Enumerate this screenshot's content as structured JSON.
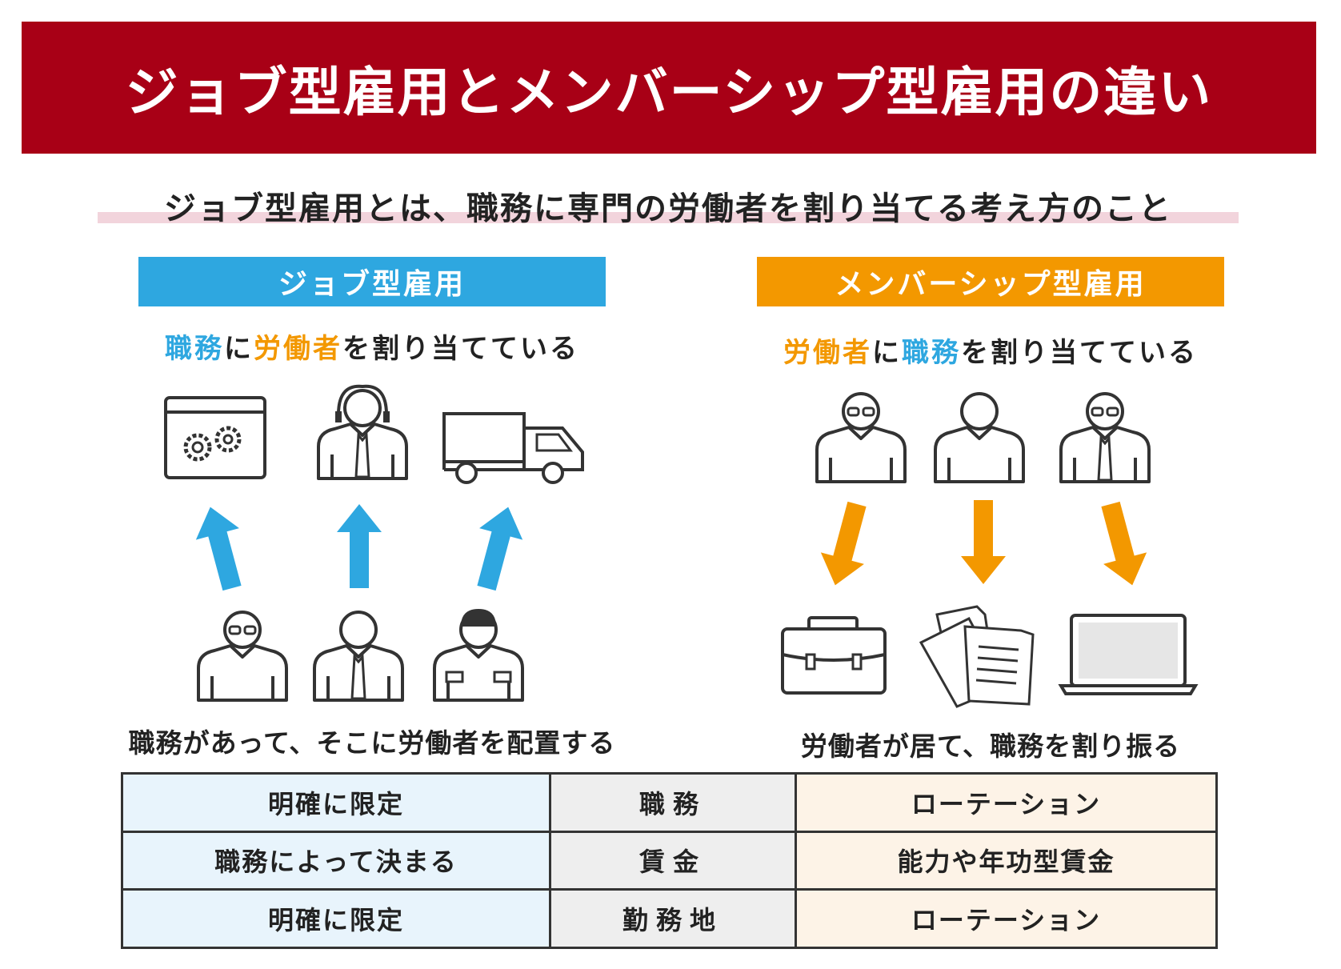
{
  "title": "ジョブ型雇用とメンバーシップ型雇用の違い",
  "subtitle": "ジョブ型雇用とは、職務に専門の労働者を割り当てる考え方のこと",
  "job": {
    "header": "ジョブ型雇用",
    "line_a": "職務",
    "line_b": "に",
    "line_c": "労働者",
    "line_d": "を割り当てている",
    "caption": "職務があって、そこに労働者を配置する"
  },
  "membership": {
    "header": "メンバーシップ型雇用",
    "line_a": "労働者",
    "line_b": "に",
    "line_c": "職務",
    "line_d": "を割り当てている",
    "caption": "労働者が居て、職務を割り振る"
  },
  "table": [
    {
      "job": "明確に限定",
      "item": "職務",
      "membership": "ローテーション"
    },
    {
      "job": "職務によって決まる",
      "item": "賃金",
      "membership": "能力や年功型賃金"
    },
    {
      "job": "明確に限定",
      "item": "勤務地",
      "membership": "ローテーション"
    }
  ],
  "colors": {
    "banner": "#a80016",
    "job": "#2ea7e0",
    "membership": "#f39800"
  }
}
